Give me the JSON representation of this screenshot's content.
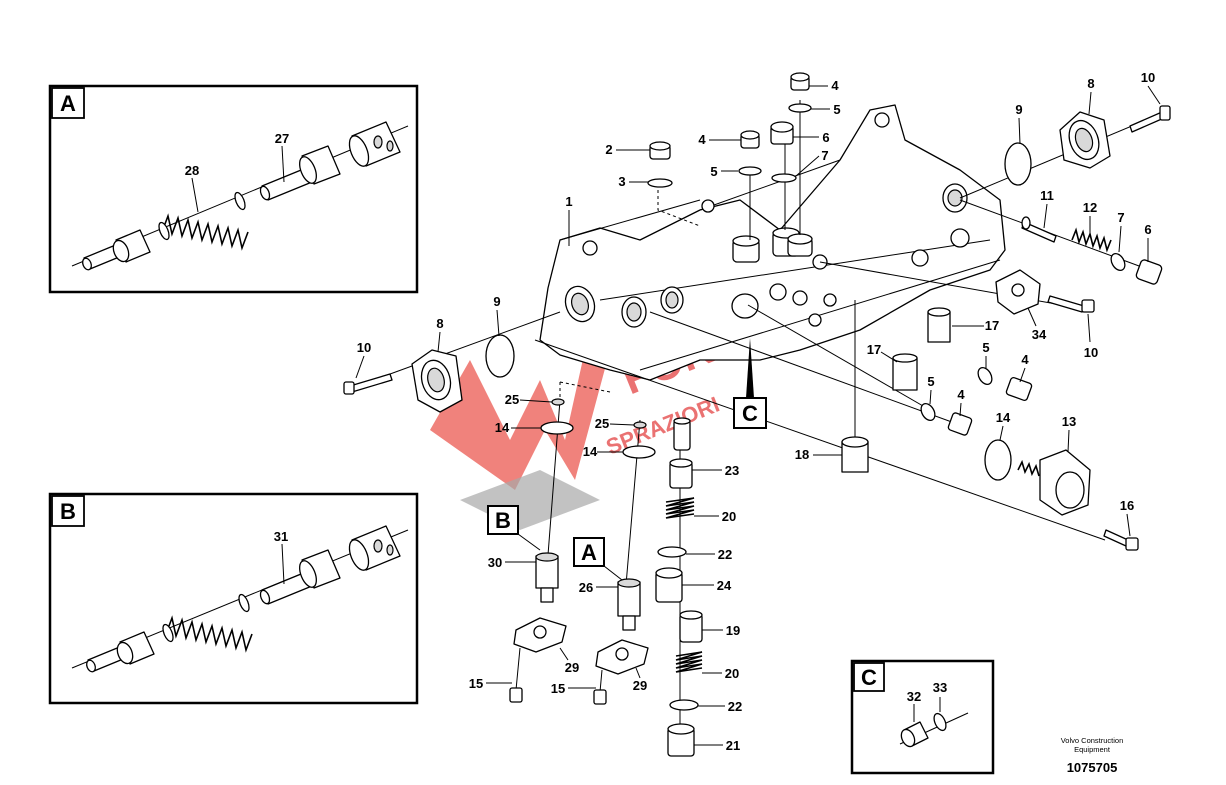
{
  "insets": {
    "a": {
      "label": "A",
      "parts": [
        "28",
        "27"
      ]
    },
    "b": {
      "label": "B",
      "parts": [
        "31"
      ]
    },
    "c": {
      "label": "C",
      "parts": [
        "32",
        "33"
      ]
    }
  },
  "callout_tags": {
    "a": "A",
    "b": "B",
    "c": "C"
  },
  "parts": {
    "p1": "1",
    "p2": "2",
    "p3": "3",
    "p4a": "4",
    "p4b": "4",
    "p4c": "4",
    "p4d": "4",
    "p5a": "5",
    "p5b": "5",
    "p5c": "5",
    "p5d": "5",
    "p6a": "6",
    "p6b": "6",
    "p7a": "7",
    "p7b": "7",
    "p8a": "8",
    "p8b": "8",
    "p9a": "9",
    "p9b": "9",
    "p10a": "10",
    "p10b": "10",
    "p10c": "10",
    "p11": "11",
    "p12": "12",
    "p13": "13",
    "p14a": "14",
    "p14b": "14",
    "p14c": "14",
    "p15a": "15",
    "p15b": "15",
    "p16": "16",
    "p17a": "17",
    "p17b": "17",
    "p18": "18",
    "p19": "19",
    "p20a": "20",
    "p20b": "20",
    "p21": "21",
    "p22a": "22",
    "p22b": "22",
    "p23": "23",
    "p24": "24",
    "p25a": "25",
    "p25b": "25",
    "p26": "26",
    "p29a": "29",
    "p29b": "29",
    "p30": "30",
    "p34": "34"
  },
  "footer": {
    "manufacturer_line1": "Volvo Construction",
    "manufacturer_line2": "Equipment",
    "document_number": "1075705"
  },
  "watermark": {
    "text_top": "FORE",
    "text_bottom": "SPRAZIORI",
    "color": "#e23c3c"
  }
}
